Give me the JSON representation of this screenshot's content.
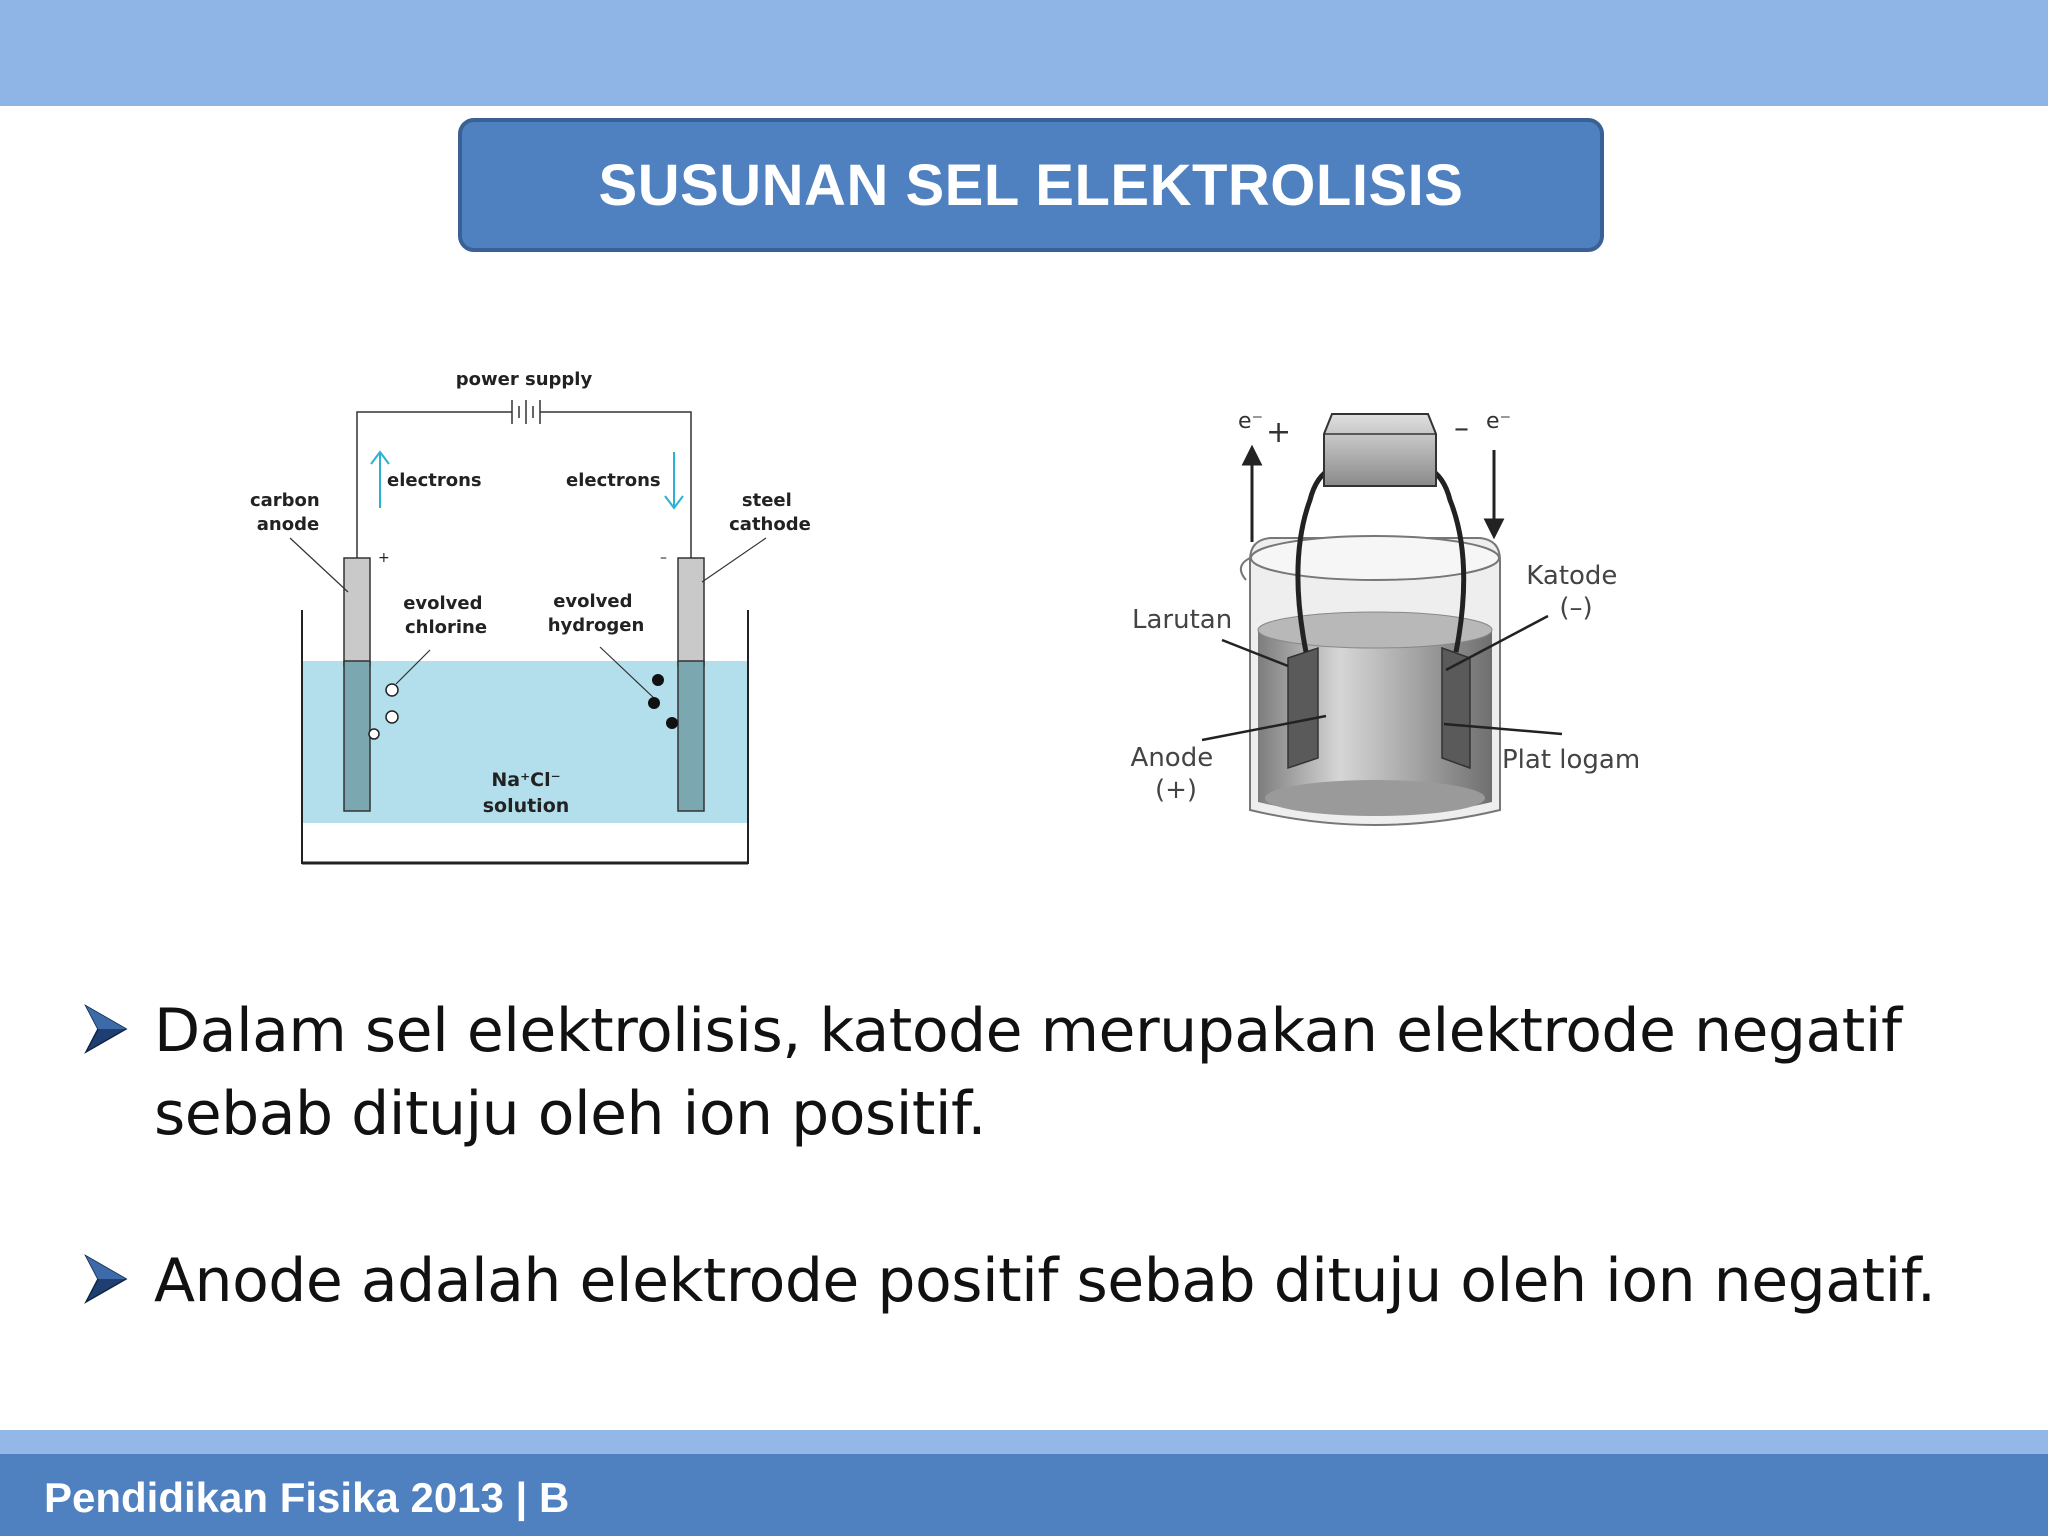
{
  "slide": {
    "title": "SUSUNAN SEL ELEKTROLISIS",
    "footer": "Pendidikan Fisika 2013 | B"
  },
  "figure_left": {
    "power_supply": "power supply",
    "electrons_left": "electrons",
    "electrons_right": "electrons",
    "anode_line1": "carbon",
    "anode_line2": "anode",
    "cathode_line1": "steel",
    "cathode_line2": "cathode",
    "plus_sign": "+",
    "minus_sign": "–",
    "chlorine_line1": "evolved",
    "chlorine_line2": "chlorine",
    "hydrogen_line1": "evolved",
    "hydrogen_line2": "hydrogen",
    "solution_formula": "Na⁺Cl⁻",
    "solution_label": "solution"
  },
  "figure_right": {
    "electron_left": "e⁻",
    "electron_right": "e⁻",
    "plus_sign": "+",
    "minus_sign": "–",
    "larutan": "Larutan",
    "katode_line1": "Katode",
    "katode_line2": "(–)",
    "anode_line1": "Anode",
    "anode_line2": "(+)",
    "plat_logam": "Plat logam"
  },
  "bullets": [
    {
      "icon": "arrow-bullet-icon",
      "text": "Dalam sel elektrolisis, katode merupakan elektrode negatif sebab dituju oleh ion positif."
    },
    {
      "icon": "arrow-bullet-icon",
      "text": "Anode adalah elektrode positif sebab dituju oleh ion negatif."
    }
  ],
  "colors": {
    "top_band": "#8fb4e6",
    "title_fill": "#4f80bf",
    "footer_fill": "#4f80bf",
    "solution": "#b2dfeb",
    "arrow_blue": "#1f3f73"
  }
}
